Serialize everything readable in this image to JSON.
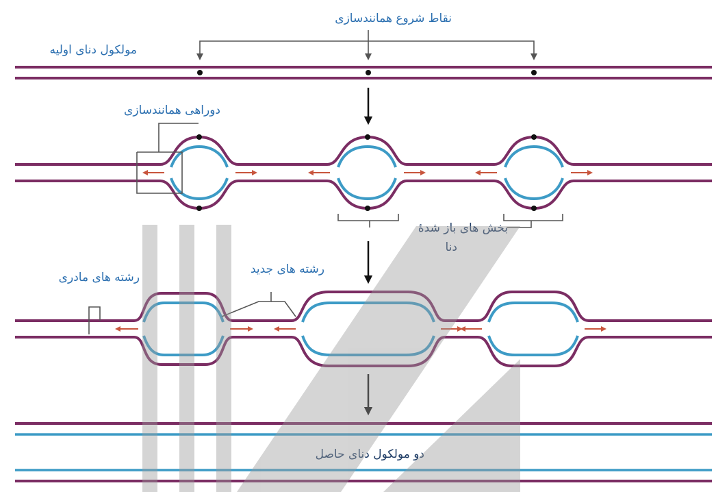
{
  "labels": {
    "origins": "نقاط شروع همانندسازی",
    "original_dna": "مولکول دنای اولیه",
    "replication_fork": "دوراهی همانندسازی",
    "opened_regions_line1": "بخش های باز شدهٔ",
    "opened_regions_line2": "دنا",
    "parent_strands": "رشته های مادری",
    "new_strands": "رشته های جدید",
    "two_molecules": "دو مولکول دنای حاصل"
  },
  "colors": {
    "parent_strand": "#7b2d63",
    "new_strand": "#3d9bc6",
    "label_text": "#2b6fb0",
    "fork_arrow": "#c8553d",
    "watermark": "#9a9a9a"
  },
  "stages": [
    "original-molecule",
    "replication-bubbles",
    "expanded-bubbles",
    "two-daughter-molecules"
  ]
}
